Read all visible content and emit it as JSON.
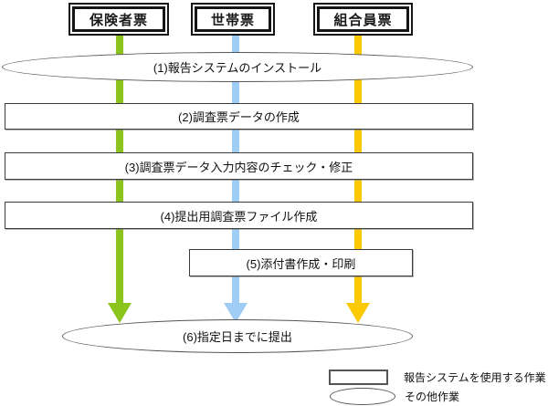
{
  "colors": {
    "green": "#8CC41E",
    "blue": "#9FCDF5",
    "yellow": "#FCC800"
  },
  "sources": [
    {
      "label": "保険者票",
      "arrow_color": "#8CC41E"
    },
    {
      "label": "世帯票",
      "arrow_color": "#9FCDF5"
    },
    {
      "label": "組合員票",
      "arrow_color": "#FCC800"
    }
  ],
  "steps": [
    {
      "id": "1",
      "shape": "ellipse",
      "label": "(1)報告システムのインストール"
    },
    {
      "id": "2",
      "shape": "rectangle",
      "label": "(2)調査票データの作成"
    },
    {
      "id": "3",
      "shape": "rectangle",
      "label": "(3)調査票データ入力内容のチェック・修正"
    },
    {
      "id": "4",
      "shape": "rectangle",
      "label": "(4)提出用調査票ファイル作成"
    },
    {
      "id": "5",
      "shape": "rectangle",
      "label": "(5)添付書作成・印刷"
    },
    {
      "id": "6",
      "shape": "ellipse",
      "label": "(6)指定日までに提出"
    }
  ],
  "legend": [
    {
      "swatch": "rectangle",
      "label": "報告システムを使用する作業"
    },
    {
      "swatch": "ellipse",
      "label": "その他作業"
    }
  ]
}
